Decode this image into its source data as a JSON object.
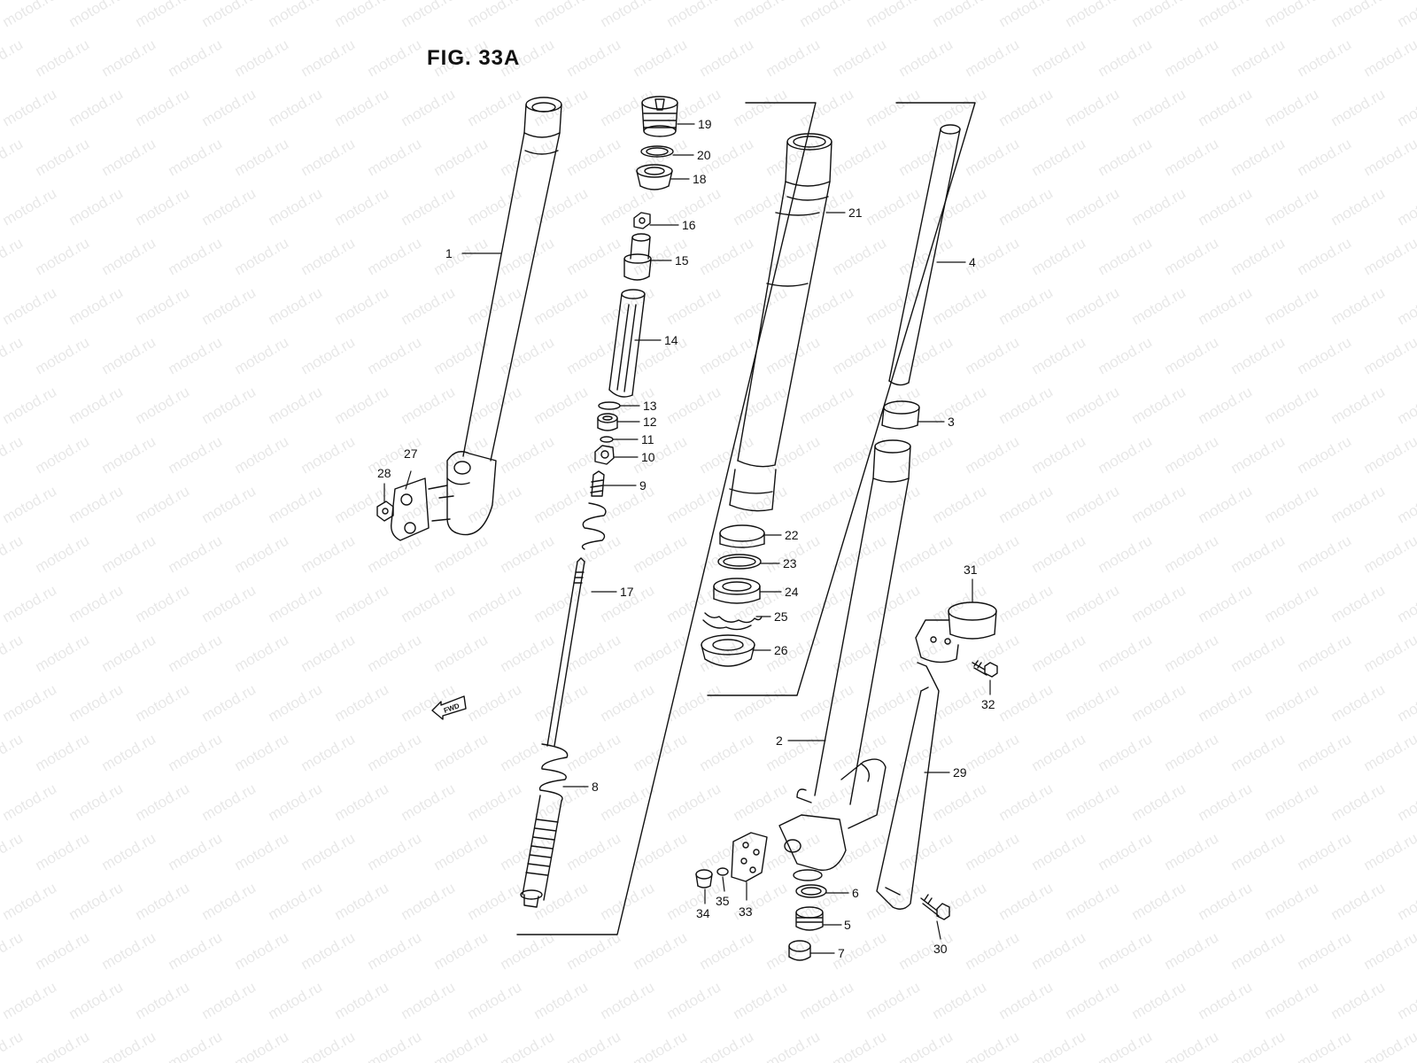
{
  "figure": {
    "title": "FIG. 33A",
    "watermark": "motod.ru",
    "forward_marker": "FWD",
    "callouts": [
      {
        "id": "p1",
        "label": "1"
      },
      {
        "id": "p2",
        "label": "2"
      },
      {
        "id": "p3",
        "label": "3"
      },
      {
        "id": "p4",
        "label": "4"
      },
      {
        "id": "p5",
        "label": "5"
      },
      {
        "id": "p6",
        "label": "6"
      },
      {
        "id": "p7",
        "label": "7"
      },
      {
        "id": "p8",
        "label": "8"
      },
      {
        "id": "p9",
        "label": "9"
      },
      {
        "id": "p10",
        "label": "10"
      },
      {
        "id": "p11",
        "label": "11"
      },
      {
        "id": "p12",
        "label": "12"
      },
      {
        "id": "p13",
        "label": "13"
      },
      {
        "id": "p14",
        "label": "14"
      },
      {
        "id": "p15",
        "label": "15"
      },
      {
        "id": "p16",
        "label": "16"
      },
      {
        "id": "p17",
        "label": "17"
      },
      {
        "id": "p18",
        "label": "18"
      },
      {
        "id": "p19",
        "label": "19"
      },
      {
        "id": "p20",
        "label": "20"
      },
      {
        "id": "p21",
        "label": "21"
      },
      {
        "id": "p22",
        "label": "22"
      },
      {
        "id": "p23",
        "label": "23"
      },
      {
        "id": "p24",
        "label": "24"
      },
      {
        "id": "p25",
        "label": "25"
      },
      {
        "id": "p26",
        "label": "26"
      },
      {
        "id": "p27",
        "label": "27"
      },
      {
        "id": "p28",
        "label": "28"
      },
      {
        "id": "p29",
        "label": "29"
      },
      {
        "id": "p30",
        "label": "30"
      },
      {
        "id": "p31",
        "label": "31"
      },
      {
        "id": "p32",
        "label": "32"
      },
      {
        "id": "p33",
        "label": "33"
      },
      {
        "id": "p34",
        "label": "34"
      },
      {
        "id": "p35",
        "label": "35"
      }
    ]
  }
}
